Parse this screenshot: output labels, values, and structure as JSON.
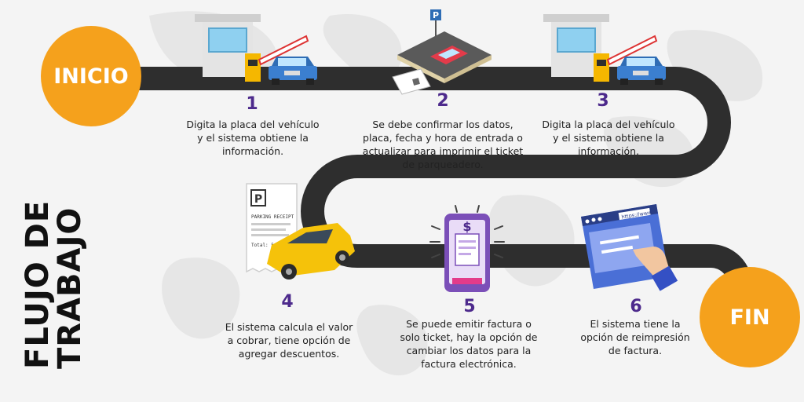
{
  "start_label": "INICIO",
  "end_label": "FIN",
  "title": {
    "line1": "FLUJO DE",
    "line2": "TRABAJO"
  },
  "steps": [
    {
      "number": "1",
      "lines": [
        "Digita la placa del vehículo",
        "y el sistema obtiene la",
        "información."
      ]
    },
    {
      "number": "2",
      "lines": [
        "Se debe confirmar los datos,",
        "placa, fecha y hora de entrada o",
        "actualizar para imprimir el ticket",
        "de parqueadero."
      ]
    },
    {
      "number": "3",
      "lines": [
        "Digita la placa del vehículo",
        "y el sistema obtiene la",
        "información."
      ]
    },
    {
      "number": "4",
      "lines": [
        "El sistema calcula el valor",
        "a cobrar, tiene opción de",
        "agregar descuentos."
      ]
    },
    {
      "number": "5",
      "lines": [
        "Se puede emitir factura o",
        "solo ticket, hay la opción de",
        "cambiar los datos para la",
        "factura electrónica."
      ]
    },
    {
      "number": "6",
      "lines": [
        "El sistema tiene la",
        "opción de reimpresión",
        "de factura."
      ]
    }
  ],
  "receipt": {
    "heading": "PARKING RECEIPT",
    "sign": "P",
    "total_label": "Total: 5.00"
  },
  "browser_url": "https://www",
  "parking_sign": "P",
  "icons": [
    "toll-booth-icon",
    "barrier-gate-icon",
    "car-icon",
    "parking-lot-icon",
    "ticket-icon",
    "receipt-icon",
    "phone-invoice-icon",
    "browser-icon",
    "pointing-hand-icon"
  ],
  "colors": {
    "accent": "#f5a11c",
    "road": "#2e2e2e",
    "number": "#4d2a8c",
    "text": "#222222"
  }
}
